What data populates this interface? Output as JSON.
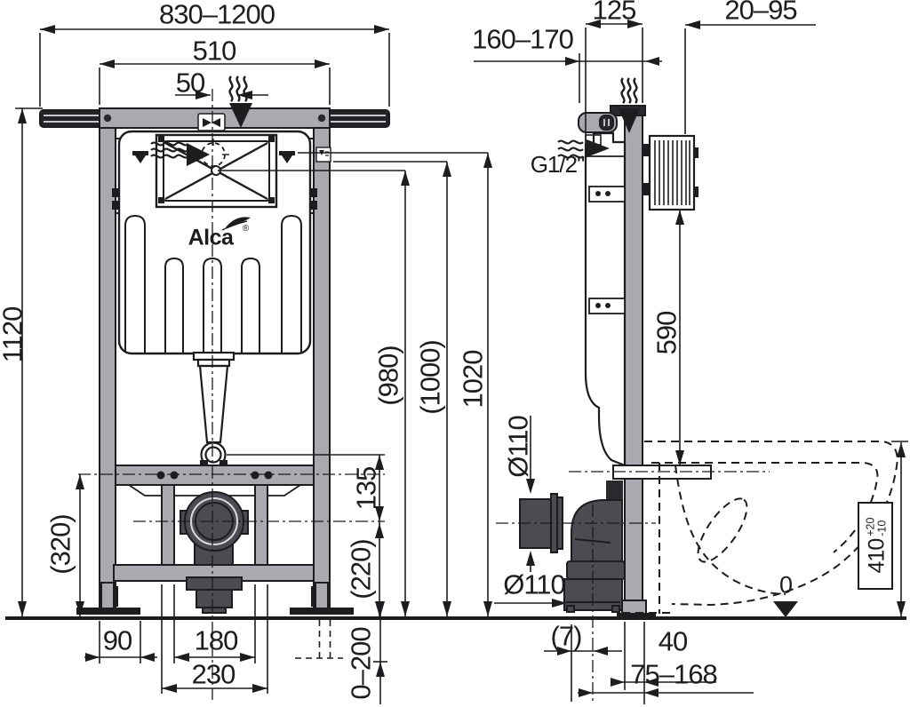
{
  "brand": {
    "name": "Alca",
    "registered": "®"
  },
  "front_view": {
    "width_range": "830–1200",
    "frame_width": "510",
    "flush_offset": "50",
    "height": "1120",
    "bracket_height": "(320)",
    "foot_offset": "90",
    "outlet_width": "180",
    "outlet_width_outer": "230",
    "leg_extension": "0–200",
    "holder_to_outlet": "135",
    "outlet_height": "(220)",
    "level_a": "(980)",
    "level_b": "(1000)",
    "level_c": "1020"
  },
  "side_view": {
    "depth_range": "160–170",
    "frame_depth": "125",
    "wall_distance": "20–95",
    "water_connection": "G1/2\"",
    "bracket_drop": "590",
    "outlet_diameter_top": "Ø110",
    "outlet_diameter_bottom": "Ø110",
    "outlet_offset": "(7)",
    "foot_depth": "40",
    "outlet_to_wall": "75–168",
    "seat_height": "410",
    "seat_height_plus": "+20",
    "seat_height_minus": "-10",
    "floor_datum": "0"
  },
  "icons": {
    "flush_arrow": "▼",
    "odor_waves": "≋",
    "valve_bowtie": "⋈",
    "water_level_mark": "▽",
    "floor_datum_mark": "▼"
  },
  "colors": {
    "line": "#1d1d20",
    "frame_gray": "#a9a9af",
    "pipe_dark": "#4b4b51",
    "background": "#ffffff"
  }
}
